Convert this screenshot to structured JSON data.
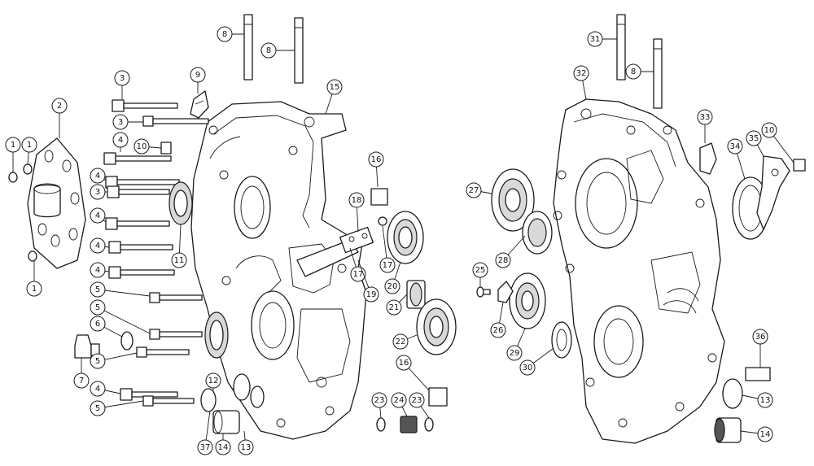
{
  "colors": {
    "background": "#ffffff",
    "line": "#1a1a1a",
    "shade": "#d9d9d9",
    "dark": "#555555"
  },
  "callouts": [
    {
      "label": "8"
    },
    {
      "label": "8"
    },
    {
      "label": "3"
    },
    {
      "label": "9"
    },
    {
      "label": "15"
    },
    {
      "label": "2"
    },
    {
      "label": "1"
    },
    {
      "label": "1"
    },
    {
      "label": "3"
    },
    {
      "label": "4"
    },
    {
      "label": "10"
    },
    {
      "label": "4"
    },
    {
      "label": "3"
    },
    {
      "label": "16"
    },
    {
      "label": "18"
    },
    {
      "label": "4"
    },
    {
      "label": "11"
    },
    {
      "label": "4"
    },
    {
      "label": "1"
    },
    {
      "label": "4"
    },
    {
      "label": "17"
    },
    {
      "label": "17"
    },
    {
      "label": "20"
    },
    {
      "label": "19"
    },
    {
      "label": "5"
    },
    {
      "label": "21"
    },
    {
      "label": "5"
    },
    {
      "label": "6"
    },
    {
      "label": "5"
    },
    {
      "label": "22"
    },
    {
      "label": "16"
    },
    {
      "label": "7"
    },
    {
      "label": "12"
    },
    {
      "label": "4"
    },
    {
      "label": "5"
    },
    {
      "label": "23"
    },
    {
      "label": "24"
    },
    {
      "label": "23"
    },
    {
      "label": "37"
    },
    {
      "label": "14"
    },
    {
      "label": "13"
    },
    {
      "label": "31"
    },
    {
      "label": "8"
    },
    {
      "label": "32"
    },
    {
      "label": "33"
    },
    {
      "label": "10"
    },
    {
      "label": "34"
    },
    {
      "label": "35"
    },
    {
      "label": "27"
    },
    {
      "label": "28"
    },
    {
      "label": "25"
    },
    {
      "label": "26"
    },
    {
      "label": "29"
    },
    {
      "label": "30"
    },
    {
      "label": "36"
    },
    {
      "label": "13"
    },
    {
      "label": "14"
    }
  ]
}
